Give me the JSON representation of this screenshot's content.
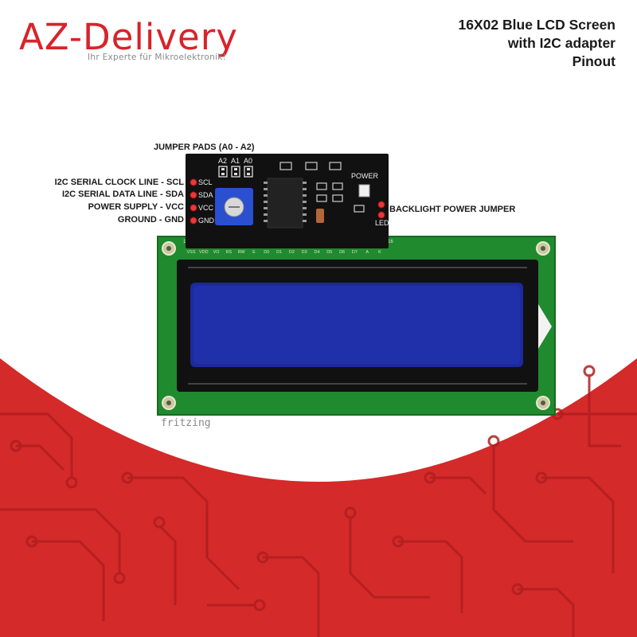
{
  "logo": {
    "brand": "AZ-Delivery",
    "tagline": "Ihr Experte für Mikroelektronik!"
  },
  "title": {
    "line1": "16X02 Blue LCD Screen",
    "line2": "with I2C adapter",
    "line3": "Pinout"
  },
  "labels": {
    "jumper_pads": "JUMPER PADS (A0 - A2)",
    "scl_desc": "I2C SERIAL CLOCK LINE - SCL",
    "sda_desc": "I2C SERIAL DATA LINE - SDA",
    "vcc_desc": "POWER SUPPLY - VCC",
    "gnd_desc": "GROUND - GND",
    "backlight": "BACKLIGHT POWER JUMPER"
  },
  "adapter": {
    "pins": [
      "SCL",
      "SDA",
      "VCC",
      "GND"
    ],
    "jumpers": [
      "A2",
      "A1",
      "A0"
    ],
    "power": "POWER",
    "led": "LED"
  },
  "lcd_pins": [
    "VSS",
    "VDD",
    "VO",
    "RS",
    "RW",
    "E",
    "D0",
    "D1",
    "D2",
    "D3",
    "D4",
    "D5",
    "D6",
    "D7",
    "A",
    "K"
  ],
  "lcd_pin_numbers": {
    "first": "1",
    "last": "16"
  },
  "watermark": "fritzing",
  "colors": {
    "brand_red": "#d8232a",
    "pcb_green": "#1f8a2e",
    "lcd_blue": "#1c2a9c",
    "adapter_black": "#111111",
    "background_red": "#d42a2a"
  }
}
